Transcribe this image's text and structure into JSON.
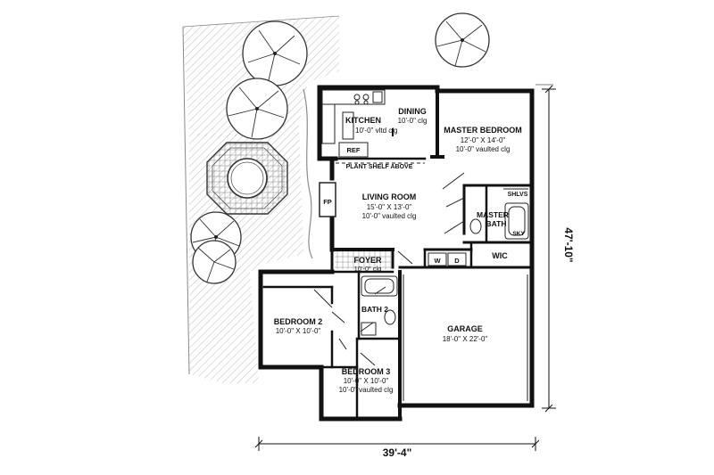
{
  "rooms": {
    "kitchen": {
      "name": "KITCHEN",
      "detail": "10'-0\" vltd clg"
    },
    "dining": {
      "name": "DINING",
      "detail": "10'-0\" clg"
    },
    "master": {
      "name": "MASTER BEDROOM",
      "size": "12'-0\" X 14'-0\"",
      "detail": "10'-0\" vaulted clg"
    },
    "living": {
      "name": "LIVING ROOM",
      "size": "15'-0\" X 13'-0\"",
      "detail": "10'-0\" vaulted clg"
    },
    "foyer": {
      "name": "FOYER",
      "detail": "10'-0\" clg"
    },
    "bedroom2": {
      "name": "BEDROOM 2",
      "size": "10'-0\" X 10'-0\""
    },
    "bedroom3": {
      "name": "BEDROOM 3",
      "size": "10'-0\" X 10'-0\"",
      "detail": "10'-0\" vaulted clg"
    },
    "garage": {
      "name": "GARAGE",
      "size": "18'-0\" X 22'-0\""
    },
    "bath2": {
      "name": "BATH 2"
    },
    "masterbath": {
      "line1": "MASTER",
      "line2": "BATH"
    },
    "wic": {
      "name": "WIC"
    }
  },
  "fixtures": {
    "ref": "REF",
    "fp": "FP",
    "plant_shelf": "PLANT SHELF ABOVE",
    "shlvs": "SHLVS",
    "sky": "SKY",
    "washer": "W",
    "dryer": "D"
  },
  "dimensions": {
    "width": "39'-4\"",
    "depth": "47'-10\""
  }
}
